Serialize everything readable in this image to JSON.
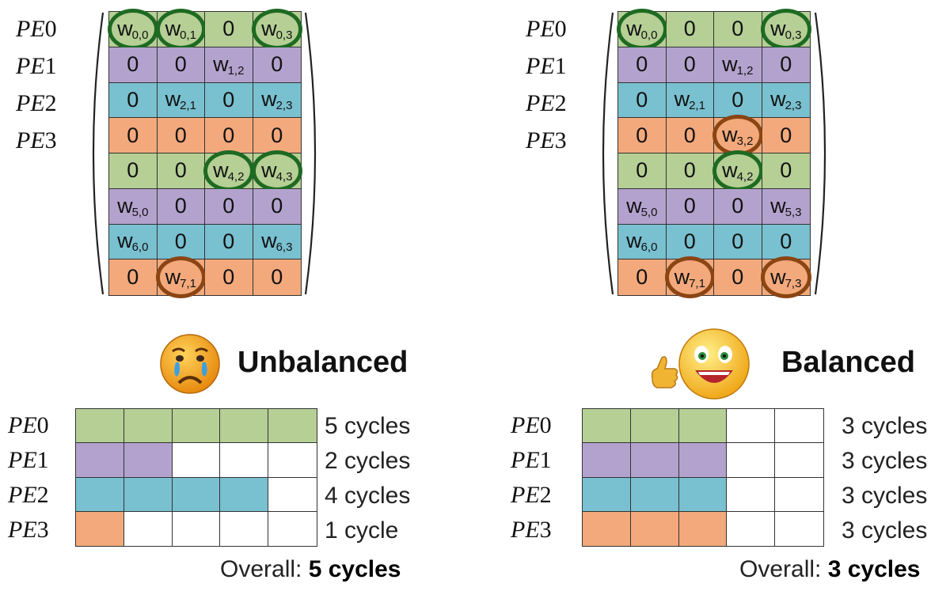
{
  "colors": {
    "green": "#b5cf95",
    "purple": "#b4a2ce",
    "blue": "#79c0d0",
    "orange": "#f3a97c",
    "ring_green": "#1e6a22",
    "ring_brown": "#8b4513"
  },
  "row_colors": [
    "green",
    "purple",
    "blue",
    "orange",
    "green",
    "purple",
    "blue",
    "orange"
  ],
  "pe_labels": [
    "PE0",
    "PE1",
    "PE2",
    "PE3"
  ],
  "left": {
    "title": "Unbalanced",
    "icon": "crying-face-icon",
    "matrix": [
      [
        "w0,0",
        "w0,1",
        "0",
        "w0,3"
      ],
      [
        "0",
        "0",
        "w1,2",
        "0"
      ],
      [
        "0",
        "w2,1",
        "0",
        "w2,3"
      ],
      [
        "0",
        "0",
        "0",
        "0"
      ],
      [
        "0",
        "0",
        "w4,2",
        "w4,3"
      ],
      [
        "w5,0",
        "0",
        "0",
        "0"
      ],
      [
        "w6,0",
        "0",
        "0",
        "w6,3"
      ],
      [
        "0",
        "w7,1",
        "0",
        "0"
      ]
    ],
    "rings": [
      [
        0,
        0,
        "green"
      ],
      [
        0,
        1,
        "green"
      ],
      [
        0,
        3,
        "green"
      ],
      [
        4,
        2,
        "green"
      ],
      [
        4,
        3,
        "green"
      ],
      [
        7,
        1,
        "brown"
      ]
    ],
    "cycles": [
      5,
      2,
      4,
      1
    ],
    "cycle_labels": [
      "5 cycles",
      "2 cycles",
      "4 cycles",
      "1 cycle"
    ],
    "overall_prefix": "Overall: ",
    "overall_value": "5 cycles"
  },
  "right": {
    "title": "Balanced",
    "icon": "happy-thumbs-up-face-icon",
    "matrix": [
      [
        "w0,0",
        "0",
        "0",
        "w0,3"
      ],
      [
        "0",
        "0",
        "w1,2",
        "0"
      ],
      [
        "0",
        "w2,1",
        "0",
        "w2,3"
      ],
      [
        "0",
        "0",
        "w3,2",
        "0"
      ],
      [
        "0",
        "0",
        "w4,2",
        "0"
      ],
      [
        "w5,0",
        "0",
        "0",
        "w5,3"
      ],
      [
        "w6,0",
        "0",
        "0",
        "0"
      ],
      [
        "0",
        "w7,1",
        "0",
        "w7,3"
      ]
    ],
    "rings": [
      [
        0,
        0,
        "green"
      ],
      [
        0,
        3,
        "green"
      ],
      [
        3,
        2,
        "brown"
      ],
      [
        4,
        2,
        "green"
      ],
      [
        7,
        1,
        "brown"
      ],
      [
        7,
        3,
        "brown"
      ]
    ],
    "cycles": [
      3,
      3,
      3,
      3
    ],
    "cycle_labels": [
      "3 cycles",
      "3 cycles",
      "3 cycles",
      "3 cycles"
    ],
    "overall_prefix": "Overall: ",
    "overall_value": "3 cycles"
  }
}
